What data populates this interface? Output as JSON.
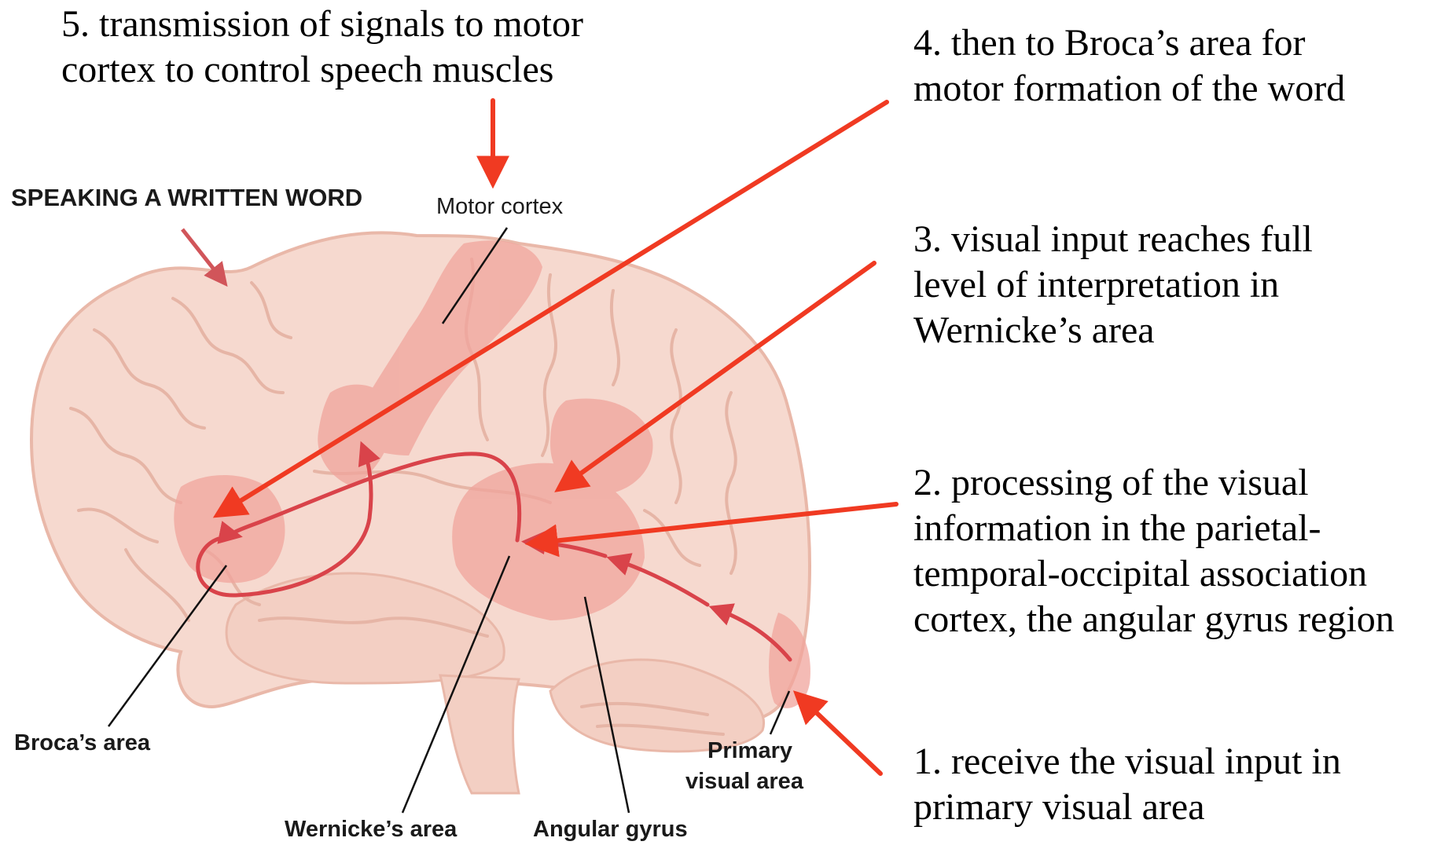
{
  "figure": {
    "title": "SPEAKING A WRITTEN WORD",
    "brain_labels": {
      "motor_cortex": "Motor cortex",
      "brocas_area": "Broca’s area",
      "wernickes_area": "Wernicke’s area",
      "angular_gyrus": "Angular gyrus",
      "primary_visual_line1": "Primary",
      "primary_visual_line2": "visual area"
    }
  },
  "steps": {
    "step5": {
      "line1": "5. transmission of signals to motor",
      "line2": "cortex to control speech muscles"
    },
    "step4": {
      "line1": "4. then to Broca’s area for",
      "line2": "motor formation of the word"
    },
    "step3": {
      "line1": "3. visual input reaches full",
      "line2": "level of interpretation in",
      "line3": "Wernicke’s area"
    },
    "step2": {
      "line1": "2. processing of the visual",
      "line2": "information in the parietal-",
      "line3": "temporal-occipital association",
      "line4": "cortex, the angular gyrus region"
    },
    "step1": {
      "line1": "1. receive the visual input in",
      "line2": "primary visual area"
    }
  },
  "colors": {
    "brain_fill": "#f6d9cf",
    "brain_outline": "#e9b8a9",
    "region_highlight": "#f0a49c",
    "pathway": "#d9434a",
    "annotation_arrow": "#f03a22"
  }
}
